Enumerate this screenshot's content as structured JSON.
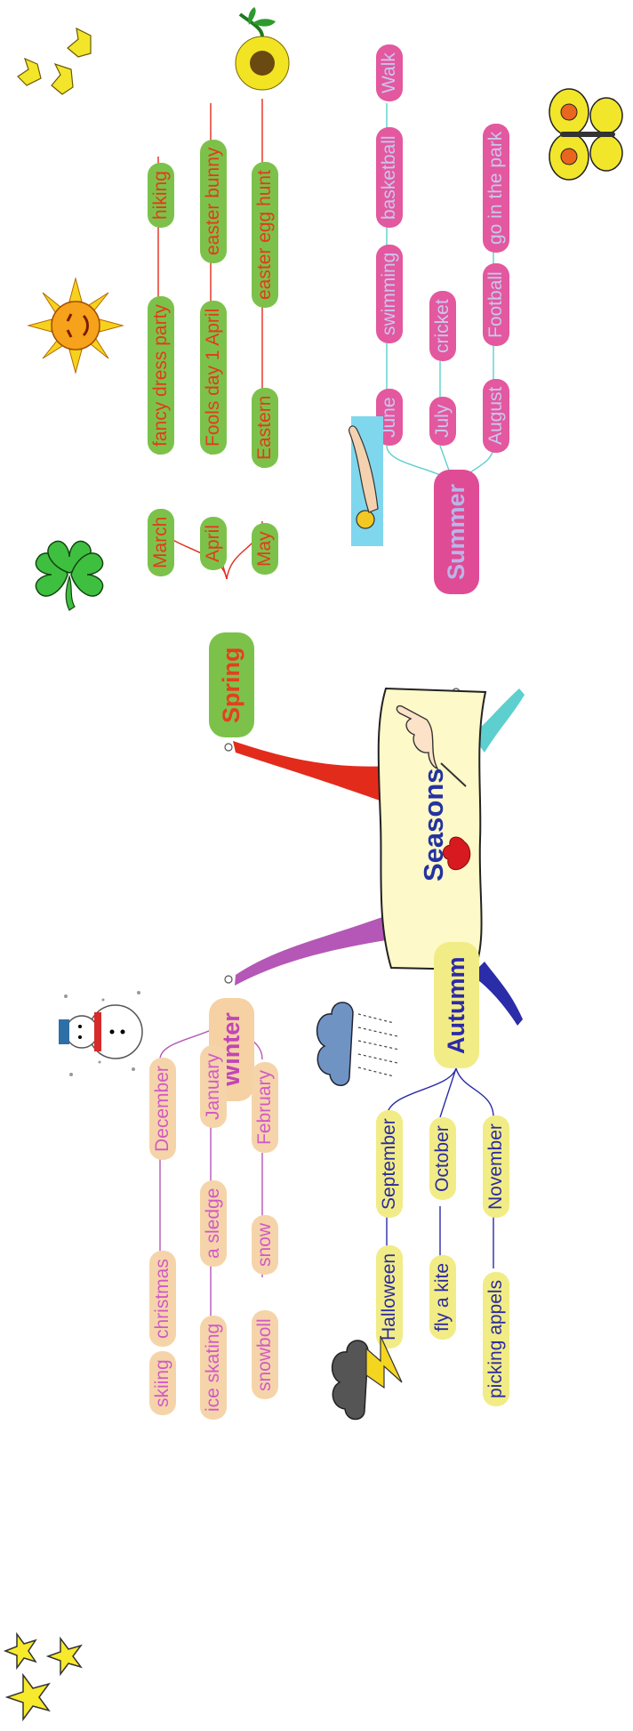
{
  "center": {
    "title": "Seasons"
  },
  "branches": {
    "spring": {
      "label": "Spring",
      "months": [
        "March",
        "April",
        "May"
      ],
      "items": [
        "fancy dress party",
        "hiking",
        "Fools day 1 April",
        "easter bunny",
        "Eastern",
        "easter egg hunt"
      ]
    },
    "summer": {
      "label": "Summer",
      "months": [
        "June",
        "July",
        "August"
      ],
      "items": [
        "swimming",
        "basketball",
        "Walk",
        "cricket",
        "Football",
        "go in the park"
      ]
    },
    "autumn": {
      "label": "Autumm",
      "months": [
        "September",
        "October",
        "November"
      ],
      "items": [
        "Halloween",
        "fly a kite",
        "picking appels"
      ]
    },
    "winter": {
      "label": "Winter",
      "months": [
        "December",
        "January",
        "February"
      ],
      "items": [
        "christmas",
        "skiing",
        "a sledge",
        "ice skating",
        "snow",
        "snowboll"
      ]
    }
  },
  "colors": {
    "spring": "#e32b1c",
    "summer": "#5ccfce",
    "autumn": "#2b2ca8",
    "winter": "#b457b6",
    "spring_fill": "#7cc24a",
    "summer_fill": "#e04b96",
    "autumn_fill": "#f2ec86",
    "winter_fill": "#f6d1a3"
  },
  "icons": [
    "stars-icon",
    "snowman-icon",
    "thunderstorm-icon",
    "rain-cloud-icon",
    "four-leaf-clover-icon",
    "sun-icon",
    "daffodils-icon",
    "flower-icon",
    "swimmer-icon",
    "butterfly-icon",
    "hand-writing-icon",
    "red-leaf-icon"
  ]
}
